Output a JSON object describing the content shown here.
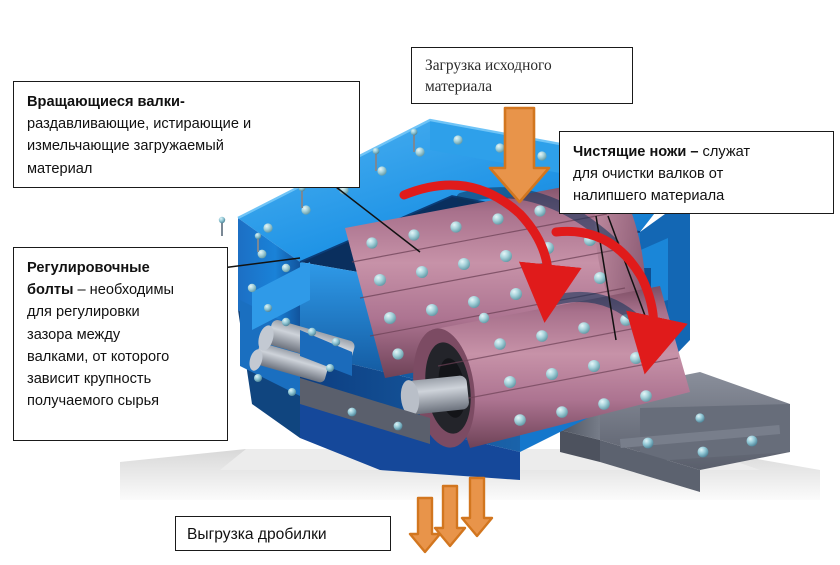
{
  "diagram": {
    "subject": "roller-crusher-cutaway",
    "language": "ru",
    "colors": {
      "housing_blue": "#1f8ce0",
      "housing_blue_dark": "#15539a",
      "roller_mauve": "#b07a92",
      "stud_teal": "#a9d8de",
      "arrow_orange_fill": "#e8944a",
      "arrow_orange_stroke": "#d2761f",
      "rotation_red": "#e01b1b",
      "leader_black": "#111111",
      "frame_gray": "#6f7380",
      "ground_gray": "#e6e6e6",
      "callout_border": "#1a1a1a",
      "text": "#111111"
    }
  },
  "callouts": {
    "rollers": {
      "strong": "Вращающиеся валки-",
      "line2": "раздавливающие, истирающие и",
      "line3": "измельчающие загружаемый",
      "line4": "материал"
    },
    "feed": {
      "line1": "Загрузка исходного",
      "line2": "материала"
    },
    "knives": {
      "strong": "Чистящие ножи –",
      "rest1": " служат",
      "line2": "для очистки валков от",
      "line3": "налипшего материала"
    },
    "bolts": {
      "strong1": "Регулировочные",
      "strong2": "болты",
      "rest2": " – необходимы",
      "line3": "для регулировки",
      "line4": "зазора между",
      "line5": "валками, от которого",
      "line6": "зависит крупность",
      "line7": "получаемого сырья"
    },
    "discharge": {
      "label": "Выгрузка дробилки"
    }
  },
  "annotations": {
    "feed_arrow": "down-arrow-feed",
    "discharge_arrows": [
      "down-arrow-discharge-1",
      "down-arrow-discharge-2",
      "down-arrow-discharge-3"
    ],
    "rotation_arrows": [
      "curved-arrow-roller-left",
      "curved-arrow-roller-right"
    ],
    "leader_lines": [
      "leader-rollers",
      "leader-bolts",
      "leader-knives-1",
      "leader-knives-2"
    ]
  }
}
